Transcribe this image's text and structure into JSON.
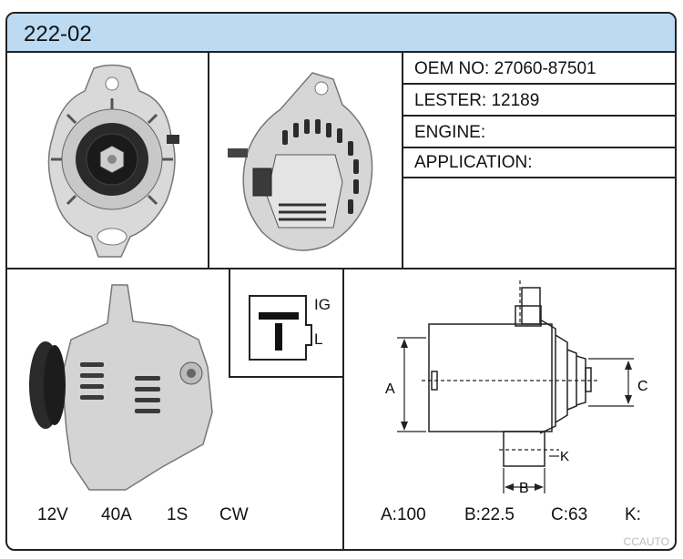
{
  "header": {
    "part_number": "222-02"
  },
  "specs": [
    {
      "label": "OEM NO:",
      "value": "27060-87501"
    },
    {
      "label": "LESTER:",
      "value": "12189"
    },
    {
      "label": "ENGINE:",
      "value": ""
    },
    {
      "label": "APPLICATION:",
      "value": ""
    }
  ],
  "plug": {
    "terminal_top": "IG",
    "terminal_bottom": "L"
  },
  "ratings": {
    "voltage": "12V",
    "amperage": "40A",
    "fitting": "1S",
    "rotation": "CW"
  },
  "dimension_labels": {
    "a": "A",
    "b": "B",
    "c": "C",
    "k": "K"
  },
  "dimensions": {
    "a": "A:100",
    "b": "B:22.5",
    "c": "C:63",
    "k": "K:"
  },
  "watermark": "CCAUTO"
}
